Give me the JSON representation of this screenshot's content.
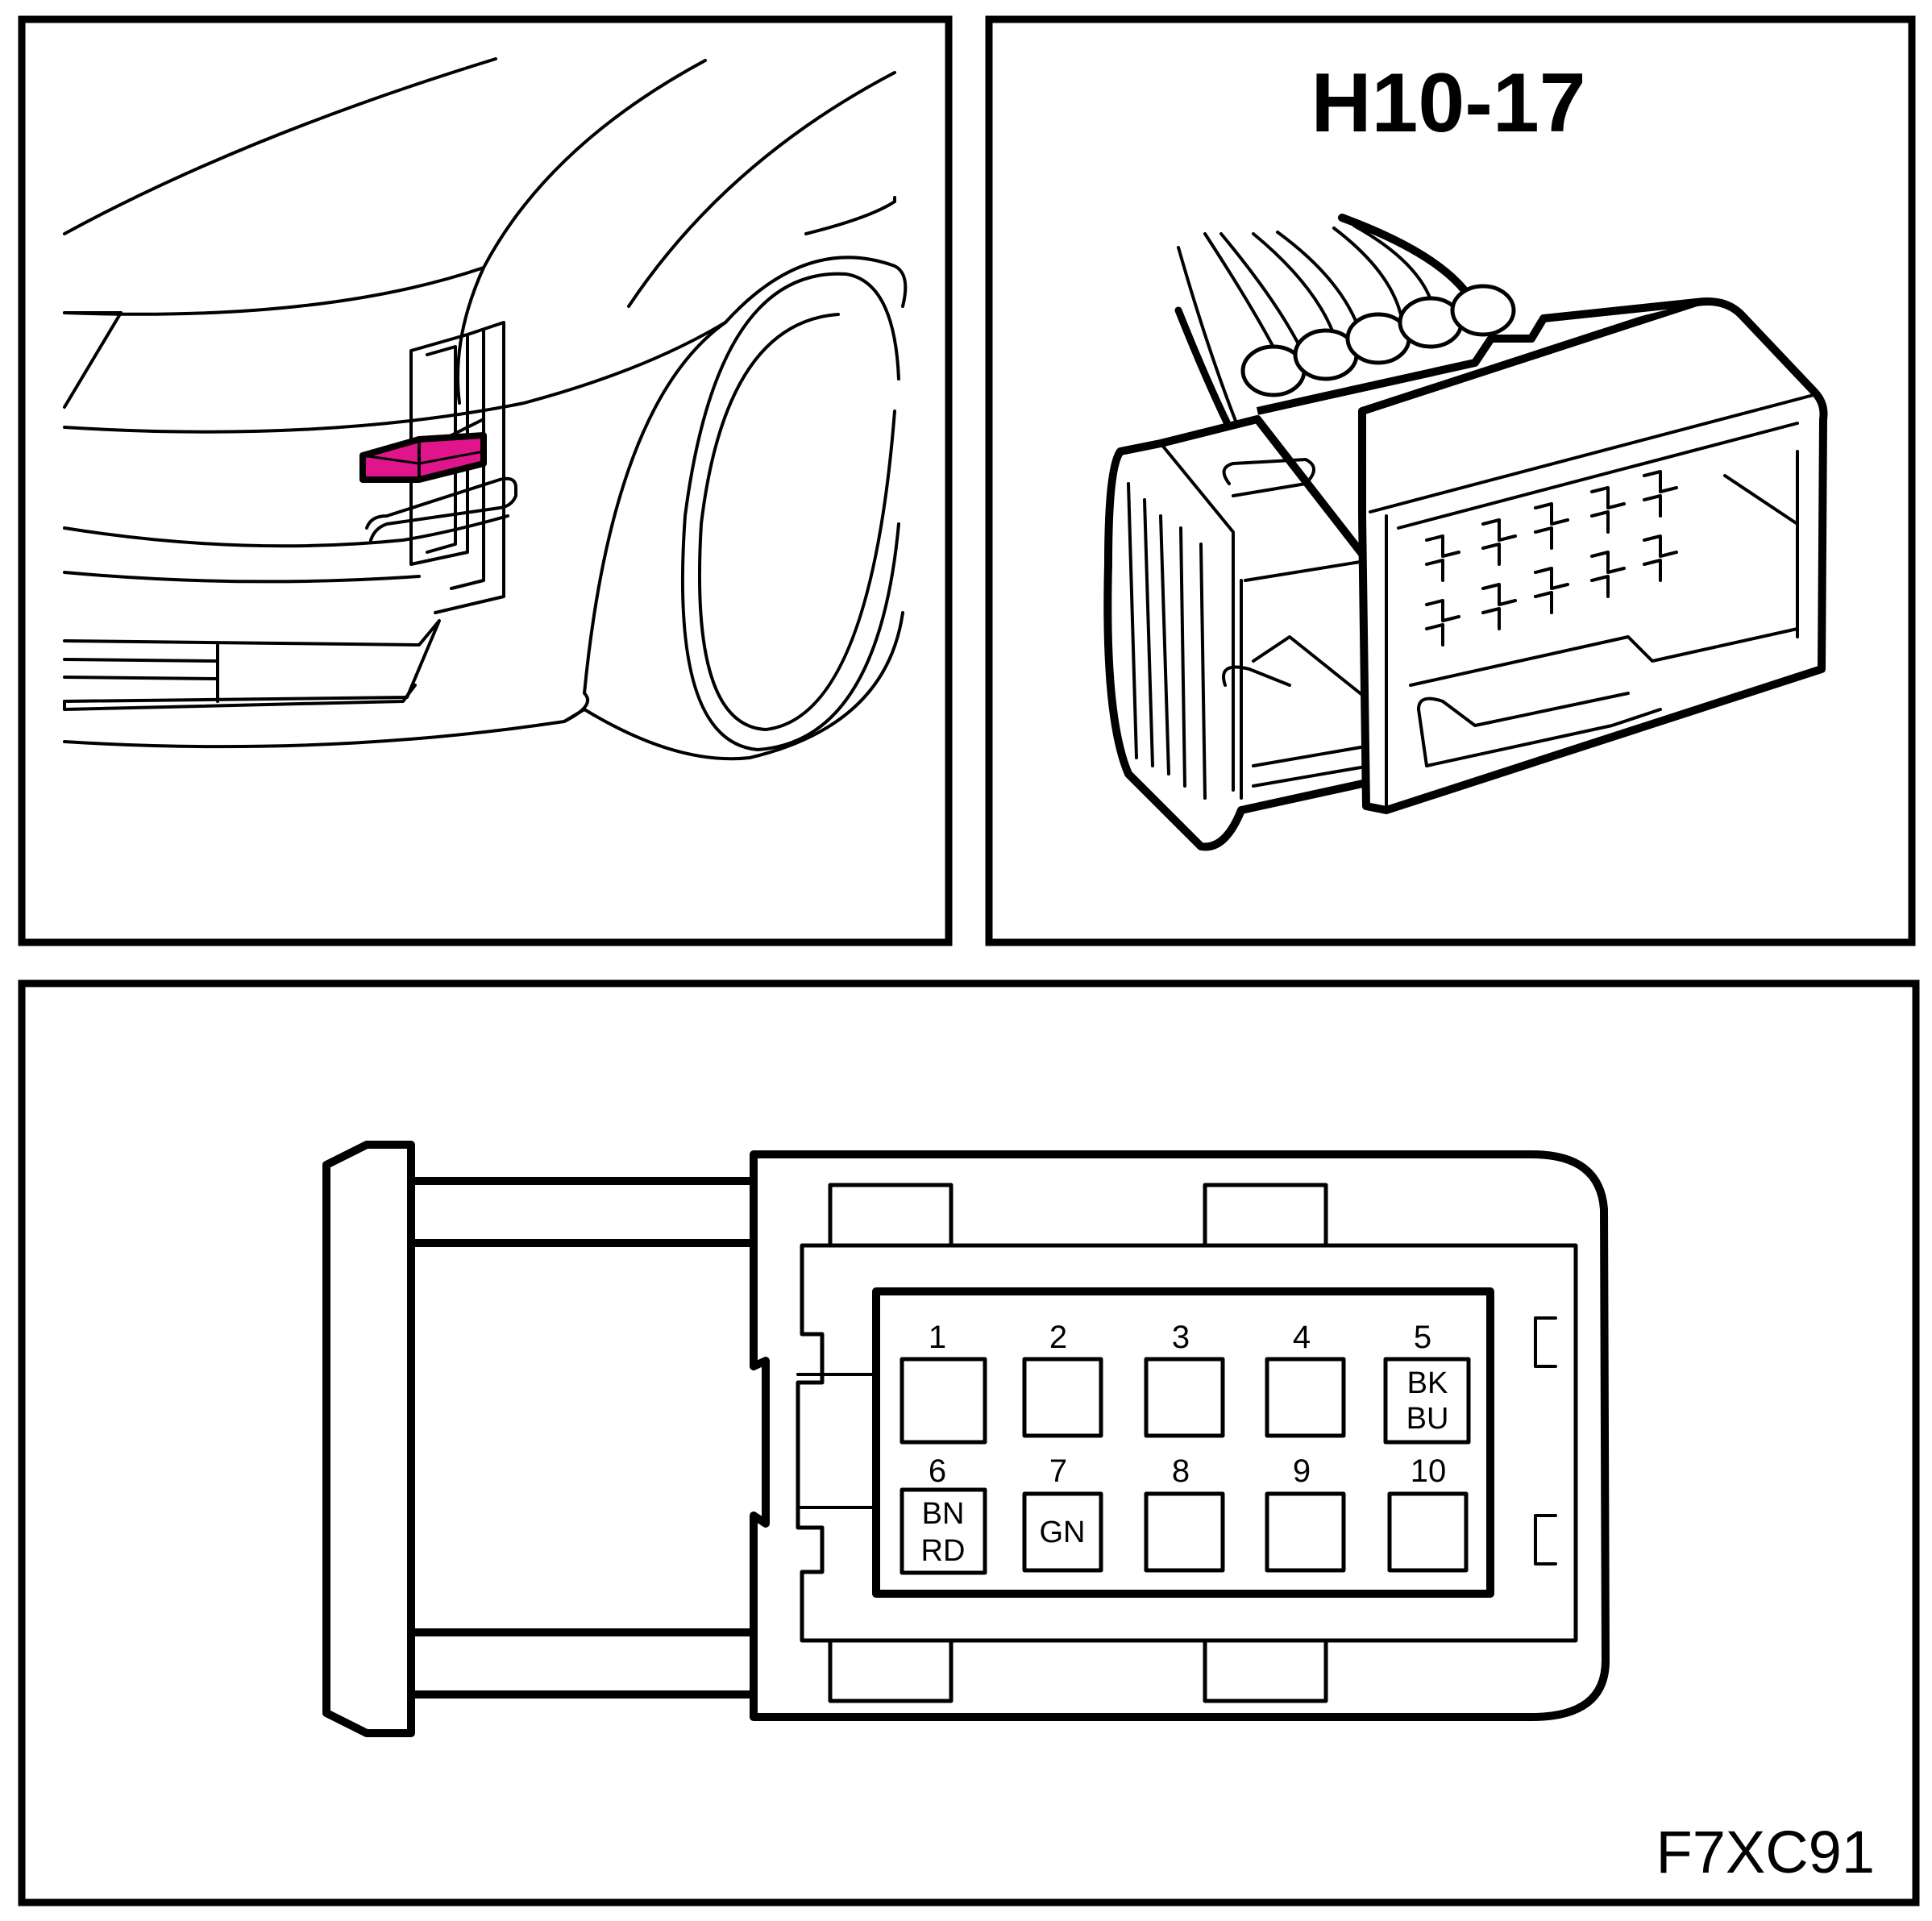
{
  "connector": {
    "title": "H10-17",
    "highlight_color": "#e0158c"
  },
  "figure_code": "F7XC91",
  "pins": [
    {
      "number": "1",
      "color_lines": []
    },
    {
      "number": "2",
      "color_lines": []
    },
    {
      "number": "3",
      "color_lines": []
    },
    {
      "number": "4",
      "color_lines": []
    },
    {
      "number": "5",
      "color_lines": [
        "BK",
        "BU"
      ]
    },
    {
      "number": "6",
      "color_lines": [
        "BN",
        "RD"
      ]
    },
    {
      "number": "7",
      "color_lines": [
        "GN"
      ]
    },
    {
      "number": "8",
      "color_lines": []
    },
    {
      "number": "9",
      "color_lines": []
    },
    {
      "number": "10",
      "color_lines": []
    }
  ]
}
